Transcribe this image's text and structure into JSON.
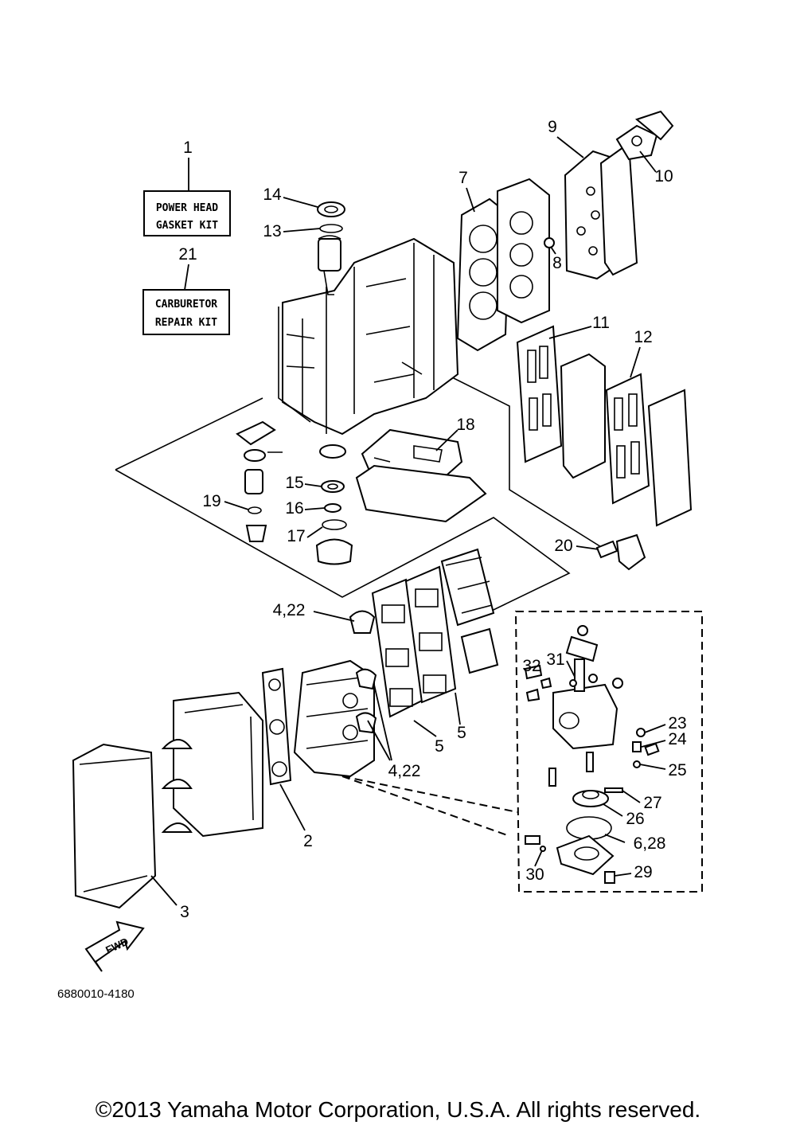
{
  "kits": {
    "power_head_num": "1",
    "power_head_line1": "POWER HEAD",
    "power_head_line2": "GASKET KIT",
    "carb_num": "21",
    "carb_line1": "CARBURETOR",
    "carb_line2": "REPAIR KIT"
  },
  "callouts": [
    "2",
    "3",
    "4,22",
    "4,22",
    "5",
    "5",
    "6,28",
    "7",
    "8",
    "9",
    "10",
    "11",
    "12",
    "13",
    "14",
    "15",
    "16",
    "17",
    "18",
    "19",
    "20",
    "23",
    "24",
    "25",
    "26",
    "27",
    "29",
    "30",
    "31",
    "32"
  ],
  "fwd_label": "FWD",
  "reference_number": "6880010-4180",
  "copyright": "©2013 Yamaha Motor Corporation, U.S.A. All rights reserved."
}
